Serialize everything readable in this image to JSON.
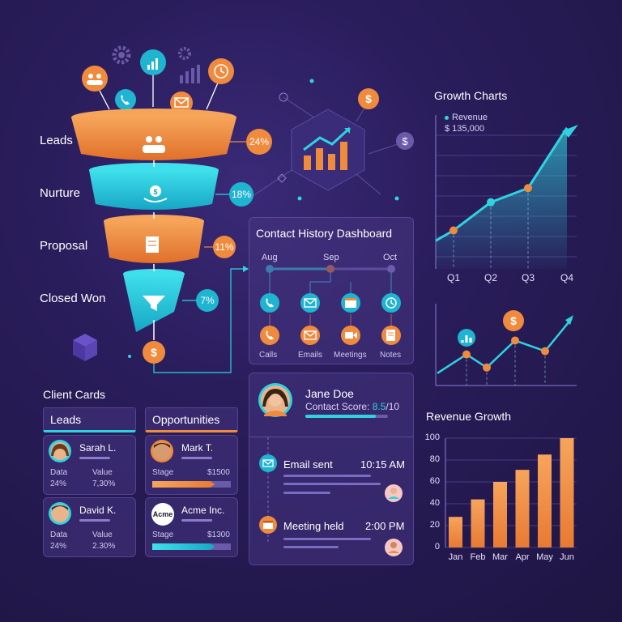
{
  "funnel": {
    "stages": [
      {
        "label": "Leads",
        "pct": "24%",
        "icon": "people-icon"
      },
      {
        "label": "Nurture",
        "pct": "18%",
        "icon": "dollar-hand-icon"
      },
      {
        "label": "Proposal",
        "pct": "11%",
        "icon": "document-icon"
      },
      {
        "label": "Closed Won",
        "pct": "7%",
        "icon": "funnel-icon"
      }
    ]
  },
  "contact_history": {
    "title": "Contact History Dashboard",
    "months": [
      "Aug",
      "Sep",
      "Oct"
    ],
    "types": [
      "Calls",
      "Emails",
      "Meetings",
      "Notes"
    ]
  },
  "growth": {
    "title": "Growth Charts",
    "legend": "Revenue",
    "value": "$ 135,000",
    "quarters": [
      "Q1",
      "Q2",
      "Q3",
      "Q4"
    ]
  },
  "client_cards": {
    "title": "Client Cards",
    "tabs": [
      "Leads",
      "Opportunities"
    ],
    "cards": [
      {
        "name": "Sarah L.",
        "k1": "Data",
        "k2": "Value",
        "v1": "24%",
        "v2": "7,30%"
      },
      {
        "name": "David K.",
        "k1": "Data",
        "k2": "Value",
        "v1": "24%",
        "v2": "2.30%"
      },
      {
        "name": "Mark T.",
        "k1": "Stage",
        "v1": "$1500",
        "progress": 0.8
      },
      {
        "name": "Acme Inc.",
        "logo": "Acme",
        "k1": "Stage",
        "v1": "$1300",
        "progress": 0.8
      }
    ]
  },
  "contact": {
    "name": "Jane Doe",
    "score_label": "Contact Score: ",
    "score": "8.5",
    "score_max": "/10",
    "score_fraction": 0.85,
    "events": [
      {
        "label": "Email sent",
        "time": "10:15 AM"
      },
      {
        "label": "Meeting held",
        "time": "2:00 PM"
      }
    ]
  },
  "chart_data": [
    {
      "type": "area",
      "title": "Growth Charts",
      "categories": [
        "Q1",
        "Q2",
        "Q3",
        "Q4"
      ],
      "series": [
        {
          "name": "Revenue",
          "values": [
            30,
            52,
            63,
            110
          ]
        }
      ],
      "ylim": [
        0,
        120
      ],
      "grid": true,
      "legend": "top-left"
    },
    {
      "type": "line",
      "x": [
        1,
        2,
        3,
        4,
        5,
        6
      ],
      "series": [
        {
          "values": [
            15,
            38,
            22,
            55,
            42,
            82
          ]
        }
      ],
      "ylim": [
        0,
        100
      ],
      "grid": false
    },
    {
      "type": "bar",
      "title": "Revenue Growth",
      "categories": [
        "Jan",
        "Feb",
        "Mar",
        "Apr",
        "May",
        "Jun"
      ],
      "values": [
        28,
        44,
        60,
        71,
        85,
        100
      ],
      "ylim": [
        0,
        100
      ],
      "yticks": [
        0,
        20,
        40,
        60,
        80,
        100
      ],
      "grid": true
    }
  ],
  "colors": {
    "orange": "#f08a3c",
    "cyan": "#22c3d6",
    "bg": "#23184a",
    "panel": "#3d2f73"
  }
}
